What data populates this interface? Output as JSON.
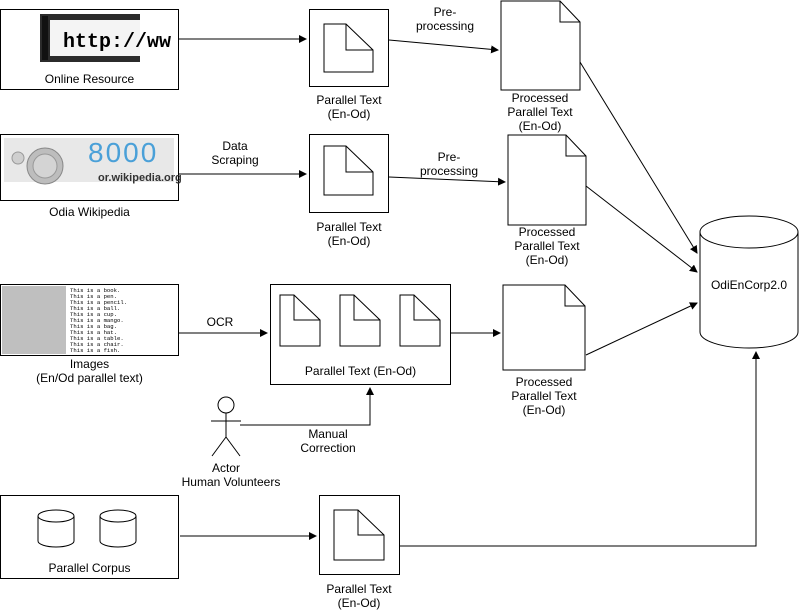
{
  "sources": {
    "online": {
      "label": "Online Resource",
      "url_text": "http://ww"
    },
    "wikipedia": {
      "label": "Odia Wikipedia",
      "count": "8000",
      "site": "or.wikipedia.org"
    },
    "images": {
      "label_line1": "Images",
      "label_line2": "(En/Od parallel text)"
    },
    "corpus": {
      "label": "Parallel Corpus"
    }
  },
  "parallel_text": {
    "row1": {
      "line1": "Parallel Text",
      "line2": "(En-Od)"
    },
    "row2": {
      "line1": "Parallel Text",
      "line2": "(En-Od)"
    },
    "row3": {
      "label": "Parallel Text (En-Od)"
    },
    "row4": {
      "line1": "Parallel Text",
      "line2": "(En-Od)"
    }
  },
  "processed": {
    "row1": {
      "line1": "Processed",
      "line2": "Parallel Text",
      "line3": "(En-Od)"
    },
    "row2": {
      "line1": "Processed",
      "line2": "Parallel Text",
      "line3": "(En-Od)"
    },
    "row3": {
      "line1": "Processed",
      "line2": "Parallel Text",
      "line3": "(En-Od)"
    }
  },
  "edges": {
    "preprocessing1": {
      "line1": "Pre-",
      "line2": "processing"
    },
    "data_scraping": {
      "line1": "Data",
      "line2": "Scraping"
    },
    "preprocessing2": {
      "line1": "Pre-",
      "line2": "processing"
    },
    "ocr": "OCR",
    "manual_correction": {
      "line1": "Manual",
      "line2": "Correction"
    }
  },
  "actor": {
    "line1": "Actor",
    "line2": "Human Volunteers"
  },
  "target": {
    "label": "OdiEnCorp2.0"
  },
  "ocr_sample_lines": [
    "This is a book.",
    "This is a pen.",
    "This is a pencil.",
    "This is a ball.",
    "This is a cup.",
    "This is a mango.",
    "This is a bag.",
    "This is a hat.",
    "This is a table.",
    "This is a chair.",
    "This is a fish."
  ]
}
